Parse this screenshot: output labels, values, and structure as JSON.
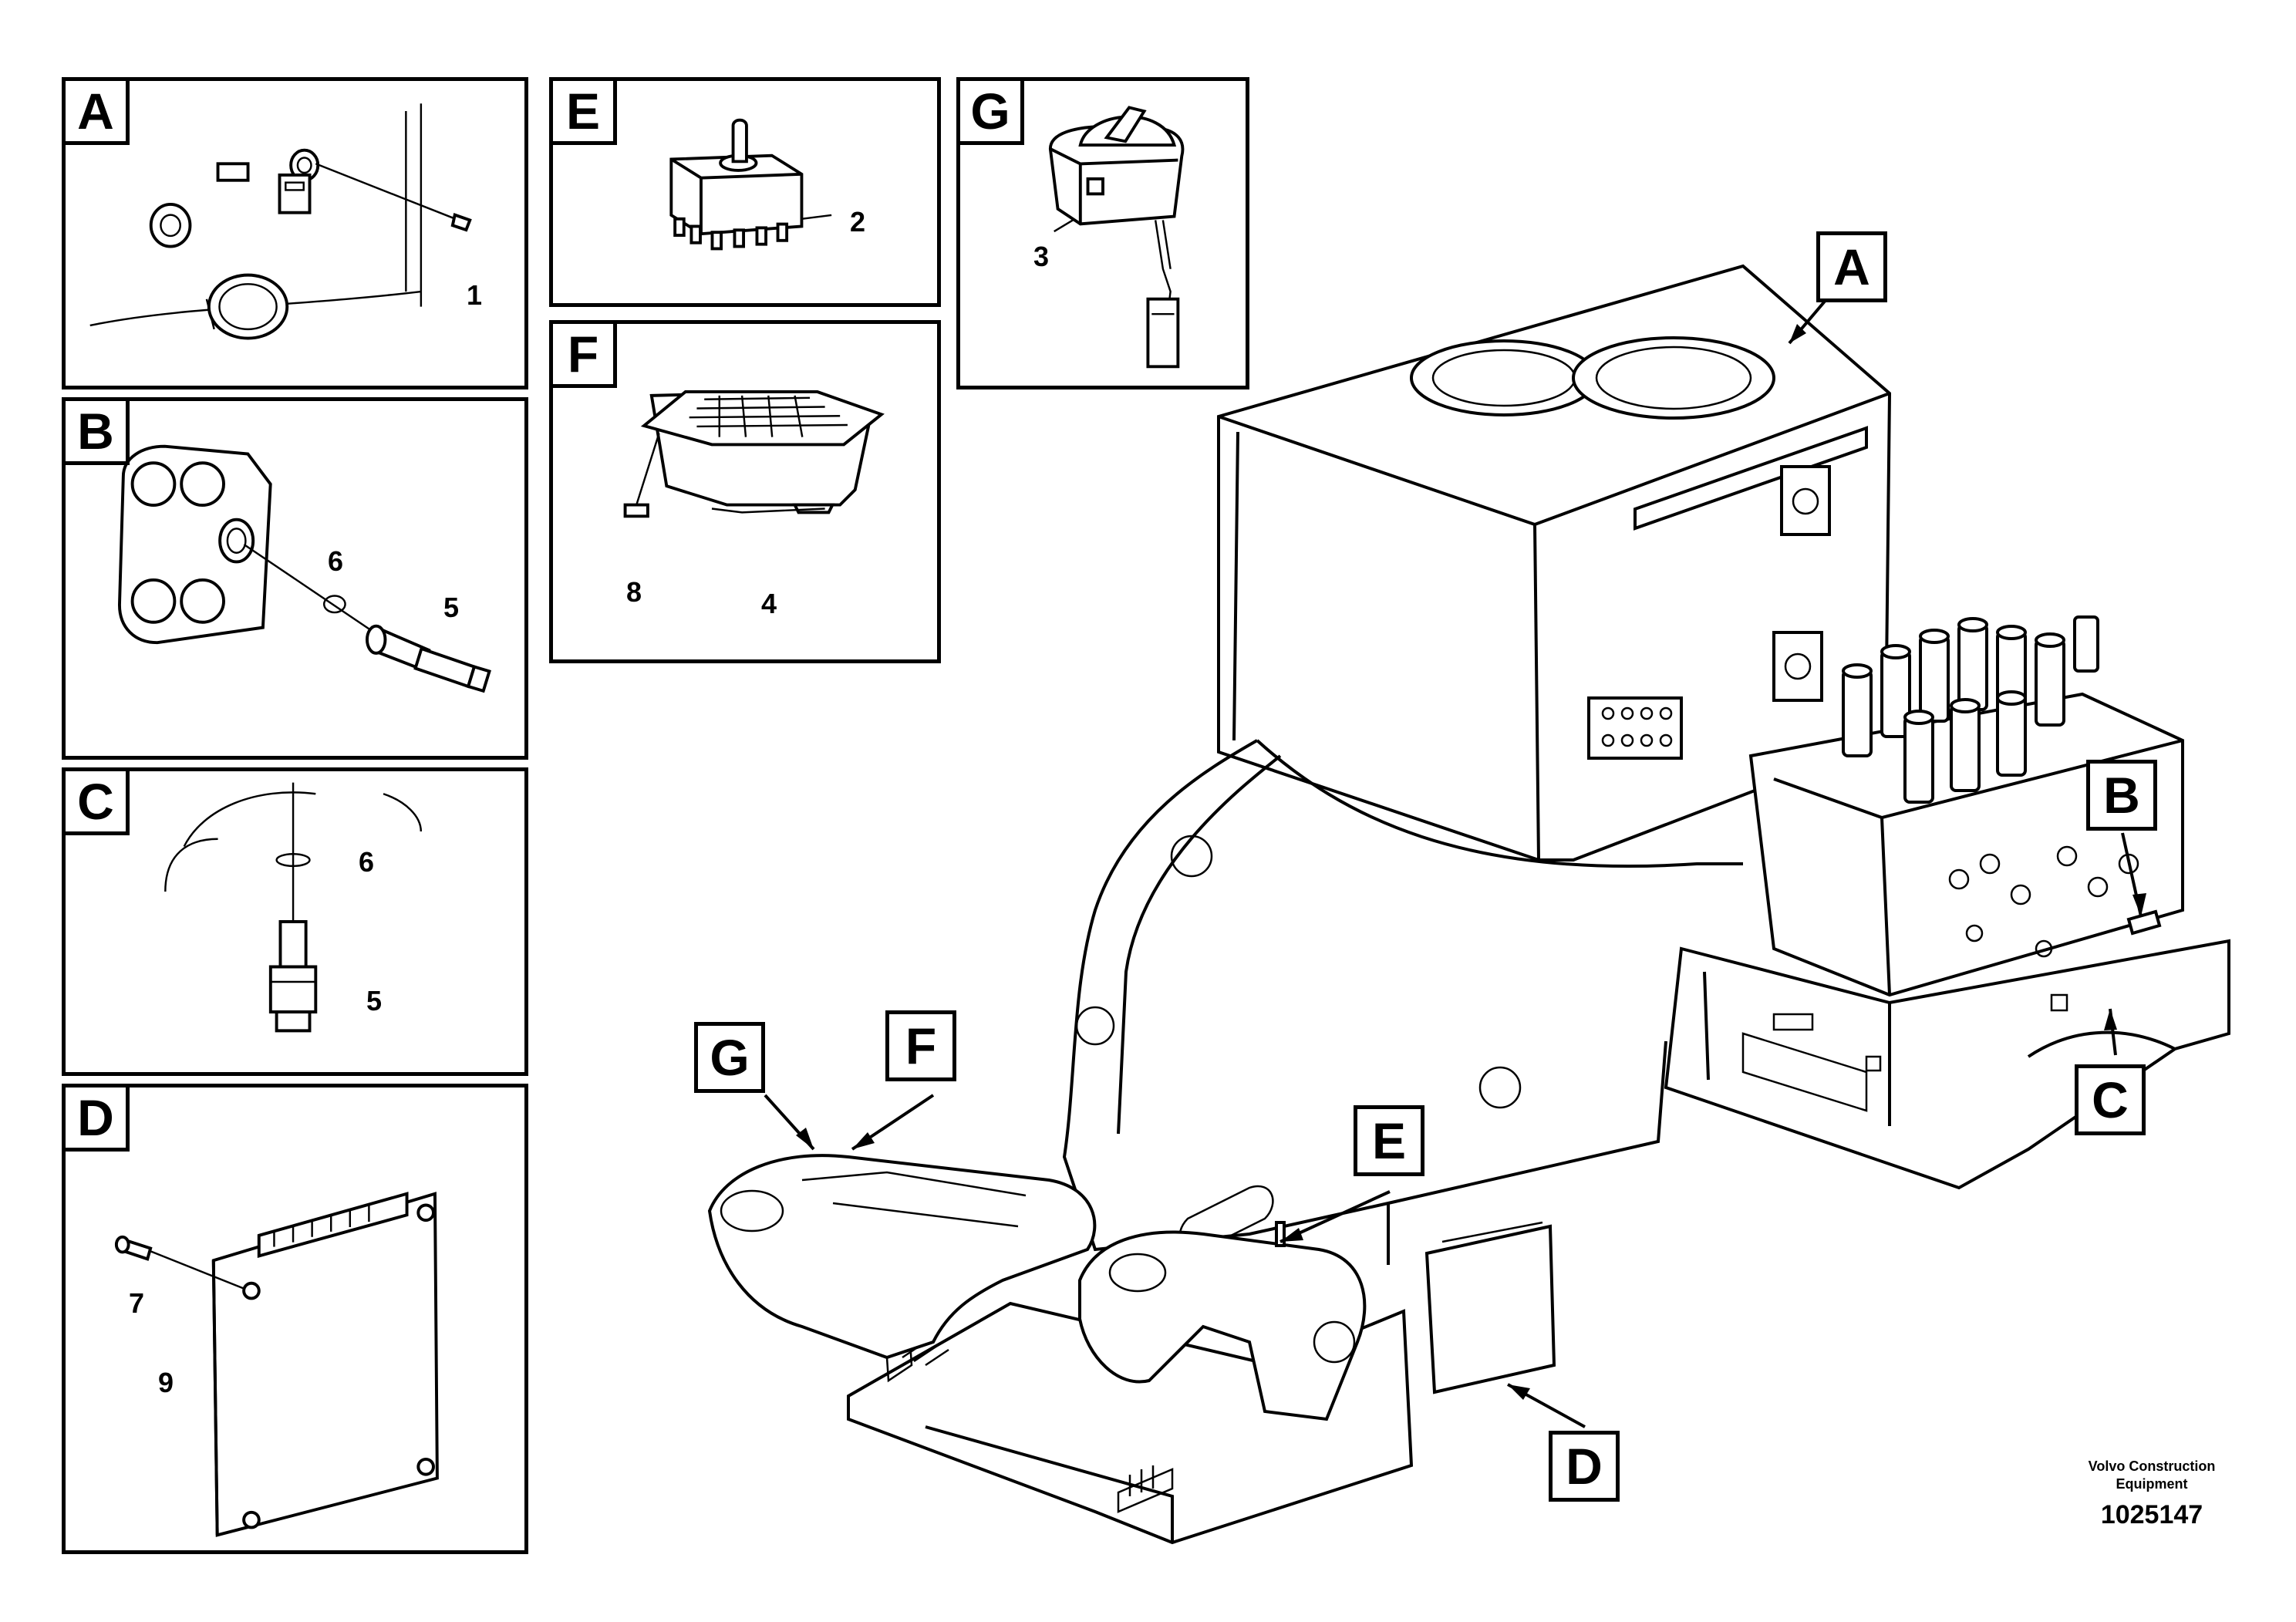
{
  "panels": {
    "A": {
      "label": "A",
      "numbers": [
        "1"
      ]
    },
    "B": {
      "label": "B",
      "numbers": [
        "6",
        "5"
      ]
    },
    "C": {
      "label": "C",
      "numbers": [
        "6",
        "5"
      ]
    },
    "D": {
      "label": "D",
      "numbers": [
        "7",
        "9"
      ]
    },
    "E": {
      "label": "E",
      "numbers": [
        "2"
      ]
    },
    "F": {
      "label": "F",
      "numbers": [
        "8",
        "4"
      ]
    },
    "G": {
      "label": "G",
      "numbers": [
        "3"
      ]
    }
  },
  "callouts": {
    "A": "A",
    "B": "B",
    "C": "C",
    "D": "D",
    "E": "E",
    "F": "F",
    "G": "G"
  },
  "footer": {
    "company_line1": "Volvo Construction",
    "company_line2": "Equipment",
    "drawing_number": "1025147"
  }
}
